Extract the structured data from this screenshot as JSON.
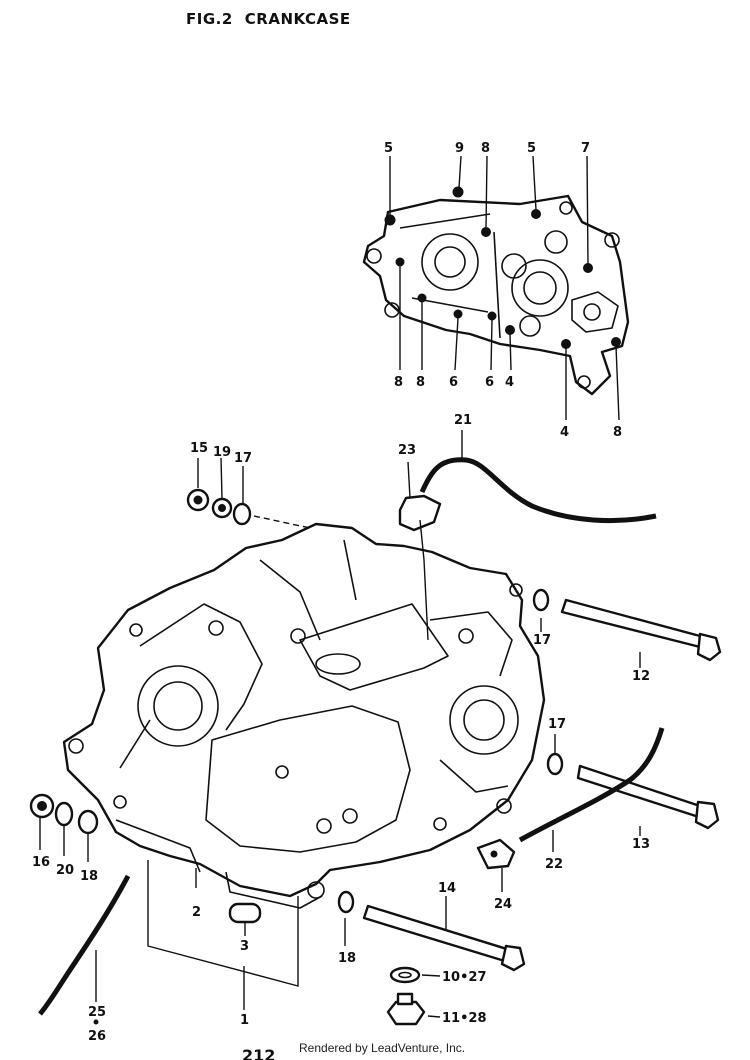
{
  "header": {
    "fig": "FIG.2",
    "name": "CRANKCASE"
  },
  "footer": {
    "credit": "Rendered by LeadVenture, Inc.",
    "page": "212"
  },
  "callouts": {
    "c5a": "5",
    "c9": "9",
    "c8a": "8",
    "c5b": "5",
    "c7": "7",
    "c8b": "8",
    "c8c": "8",
    "c6a": "6",
    "c6b": "6",
    "c4a": "4",
    "c4b": "4",
    "c8d": "8",
    "c21": "21",
    "c23": "23",
    "c15": "15",
    "c19": "19",
    "c17a": "17",
    "c17b": "17",
    "c12": "12",
    "c17c": "17",
    "c13": "13",
    "c16": "16",
    "c20": "20",
    "c18a": "18",
    "c2": "2",
    "c3": "3",
    "c1": "1",
    "c22": "22",
    "c24": "24",
    "c14": "14",
    "c18b": "18",
    "c1027": "10•27",
    "c1128": "11•28",
    "c25": "25",
    "c26": "26"
  }
}
